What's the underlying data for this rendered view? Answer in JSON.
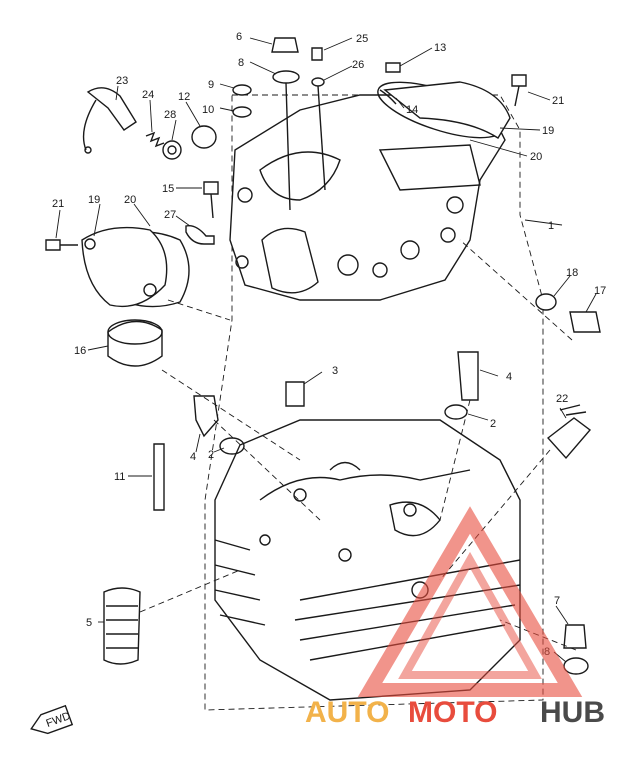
{
  "callouts": [
    "1",
    "2",
    "2",
    "3",
    "4",
    "4",
    "5",
    "6",
    "7",
    "8",
    "8",
    "9",
    "10",
    "11",
    "12",
    "13",
    "14",
    "15",
    "16",
    "17",
    "18",
    "19",
    "19",
    "20",
    "20",
    "21",
    "21",
    "22",
    "23",
    "24",
    "25",
    "26",
    "27",
    "28"
  ],
  "fwd_arrow_text": "FWD",
  "watermark": {
    "part1": "AUTO",
    "part2": "MOTO",
    "part3": "HUB"
  },
  "colors": {
    "line": "#1a1a1a",
    "wm_orange": "#f2b24a",
    "wm_red": "#e84c3d",
    "wm_dark": "#4a4a4a"
  }
}
